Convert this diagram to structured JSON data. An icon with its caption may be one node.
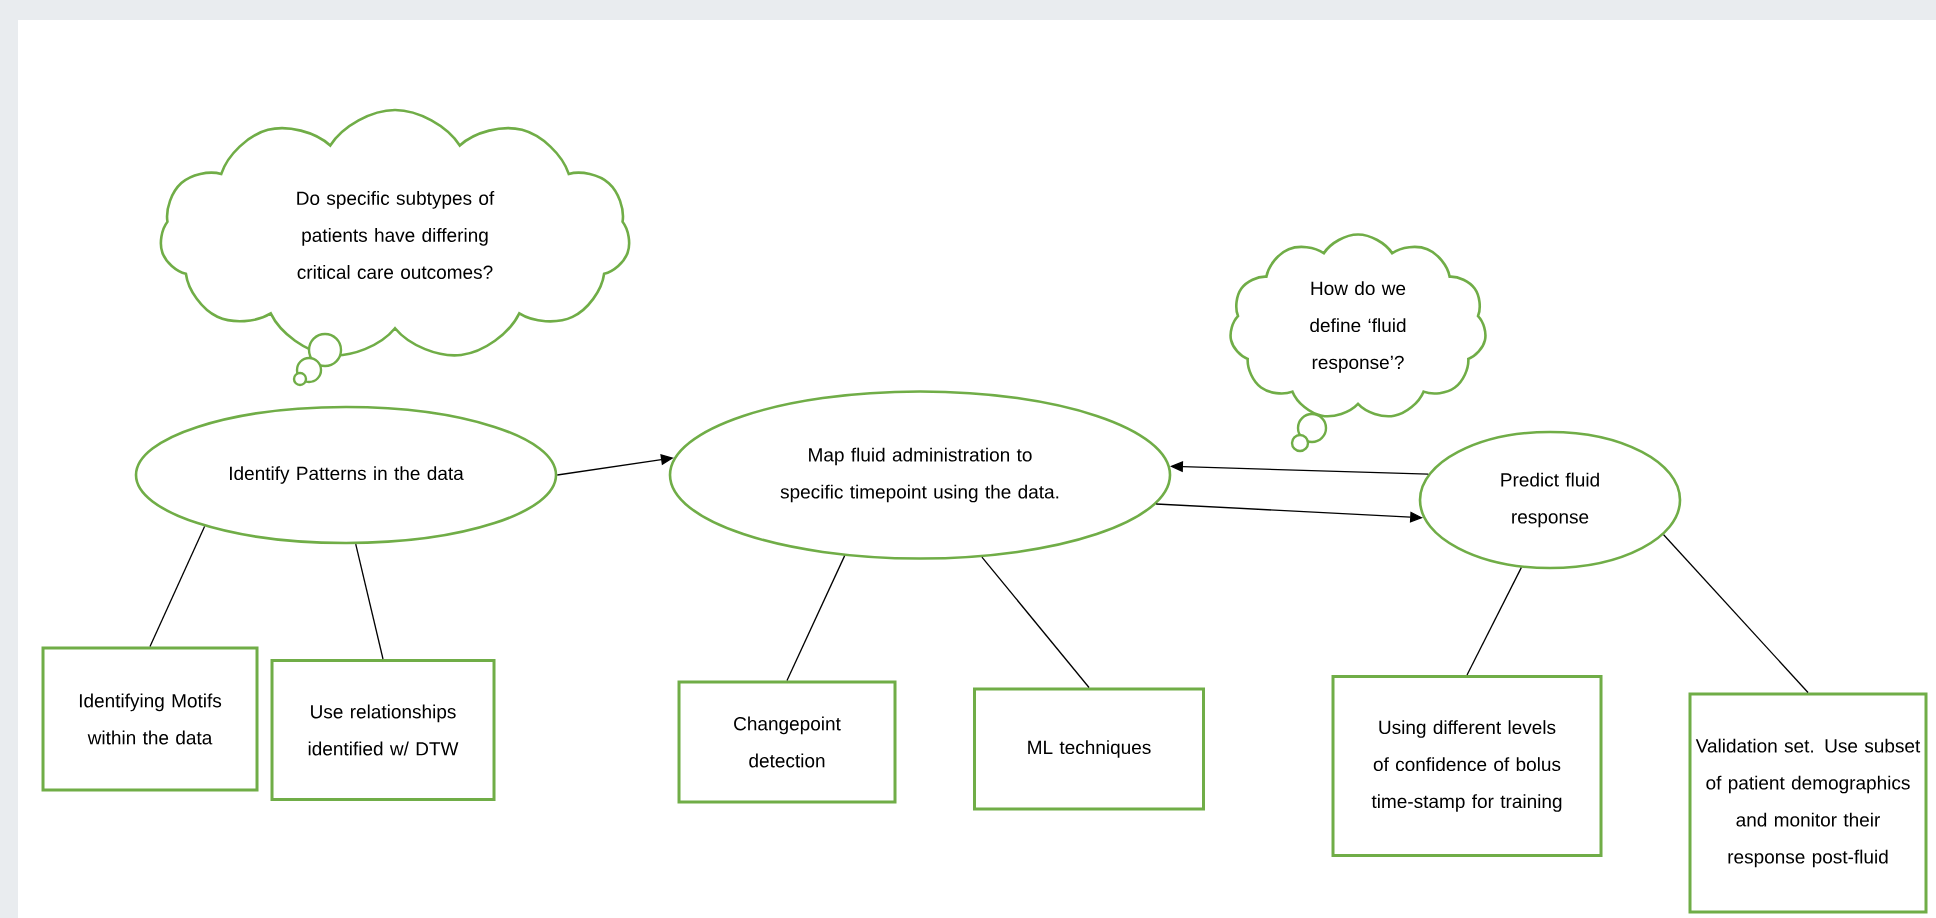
{
  "diagram": {
    "nodes": [
      {
        "text": [
          "Do specific subtypes of patients have differing critical care outcomes?"
        ]
      },
      {
        "text": [
          "How do we define ‘fluid response’?"
        ]
      },
      {
        "text": [
          "Identify Patterns in the data"
        ]
      },
      {
        "text": [
          "Map fluid administration to specific timepoint using the data."
        ]
      },
      {
        "text": [
          "Predict fluid response"
        ]
      },
      {
        "text": [
          "Identifying Motifs within the data"
        ]
      },
      {
        "text": [
          "Use relationships identified w/ DTW"
        ]
      },
      {
        "text": [
          "Changepoint detection"
        ]
      },
      {
        "text": [
          "ML techniques"
        ]
      },
      {
        "text": [
          "Using different levels of confidence of bolus time-stamp for training"
        ]
      },
      {
        "text": [
          "Validation set. Use subset of patient demographics and monitor their response post-fluid"
        ]
      }
    ],
    "edges": [
      {
        "from": 2,
        "to": 5,
        "arrow": "none"
      },
      {
        "from": 2,
        "to": 6,
        "arrow": "none"
      },
      {
        "from": 2,
        "to": 3,
        "arrow": "to"
      },
      {
        "from": 4,
        "to": 3,
        "arrow": "to"
      },
      {
        "from": 3,
        "to": 4,
        "arrow": "to"
      },
      {
        "from": 3,
        "to": 7,
        "arrow": "none"
      },
      {
        "from": 3,
        "to": 8,
        "arrow": "none"
      },
      {
        "from": 4,
        "to": 9,
        "arrow": "none"
      },
      {
        "from": 4,
        "to": 10,
        "arrow": "none"
      }
    ]
  }
}
